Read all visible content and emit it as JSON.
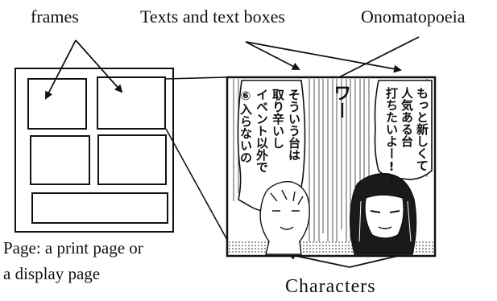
{
  "labels": {
    "frames": "frames",
    "texts": "Texts and text boxes",
    "onomatopoeia": "Onomatopoeia",
    "page_line1": "Page: a print page or",
    "page_line2": "a display page",
    "characters": "Characters"
  },
  "panel": {
    "left_bubble_lines": [
      "そういう台は",
      "取り辛いし",
      "イベント以外で",
      "⑥入らないの"
    ],
    "right_bubble_lines": [
      "もっと新しくて",
      "人気ある台",
      "打ちたいよー!!"
    ],
    "sound_effect": "ワー"
  }
}
